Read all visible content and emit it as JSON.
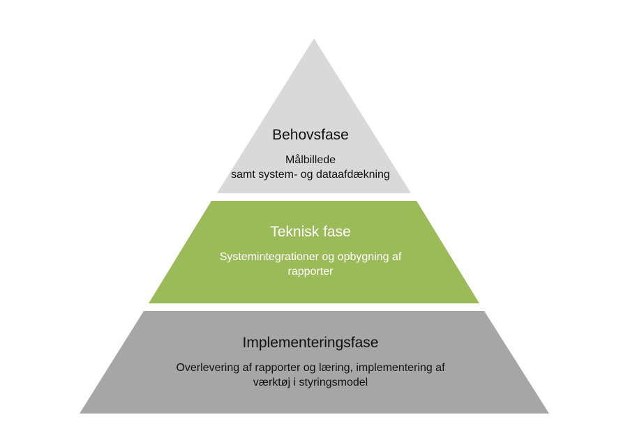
{
  "colors": {
    "top_fill": "#d9d9d9",
    "middle_fill": "#9bbb59",
    "bottom_fill": "#a6a6a6",
    "dark_text": "#111111",
    "light_text": "#ffffff"
  },
  "pyramid": {
    "layers": [
      {
        "title": "Behovsfase",
        "description_line1": "Målbillede",
        "description_line2": "samt system- og dataafdækning"
      },
      {
        "title": "Teknisk fase",
        "description_line1": "Systemintegrationer og opbygning af",
        "description_line2": "rapporter"
      },
      {
        "title": "Implementeringsfase",
        "description_line1": "Overlevering af rapporter og læring, implementering af",
        "description_line2": "værktøj i styringsmodel"
      }
    ]
  }
}
